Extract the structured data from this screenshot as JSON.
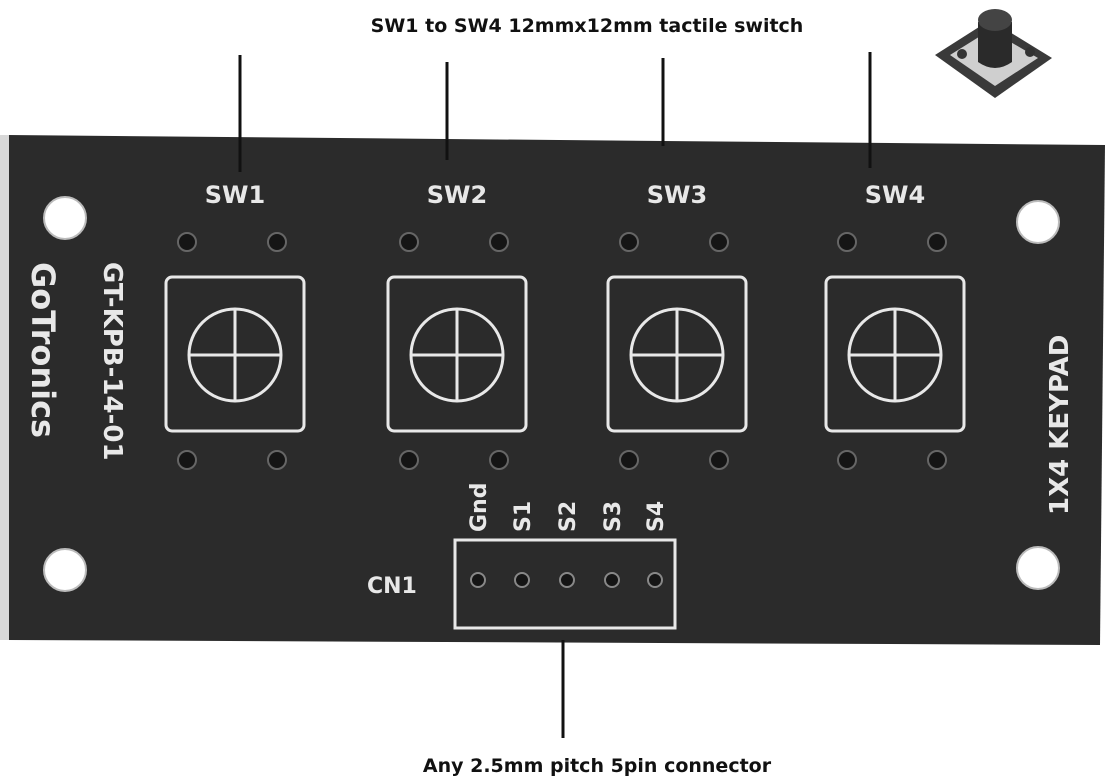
{
  "annotations": {
    "top": "SW1 to SW4 12mmx12mm tactile switch",
    "bottom": "Any 2.5mm pitch 5pin connector"
  },
  "board": {
    "color": "#2b2b2b",
    "silkscreen_color": "#e8e8e8",
    "switch_labels": [
      "SW1",
      "SW2",
      "SW3",
      "SW4"
    ],
    "brand": "GoTronics",
    "part_number": "GT-KPB-14-01",
    "title": "1X4 KEYPAD",
    "connector_label": "CN1",
    "pin_labels": [
      "Gnd",
      "S1",
      "S2",
      "S3",
      "S4"
    ]
  },
  "inset_photo": {
    "subject": "tactile-switch-photo"
  }
}
